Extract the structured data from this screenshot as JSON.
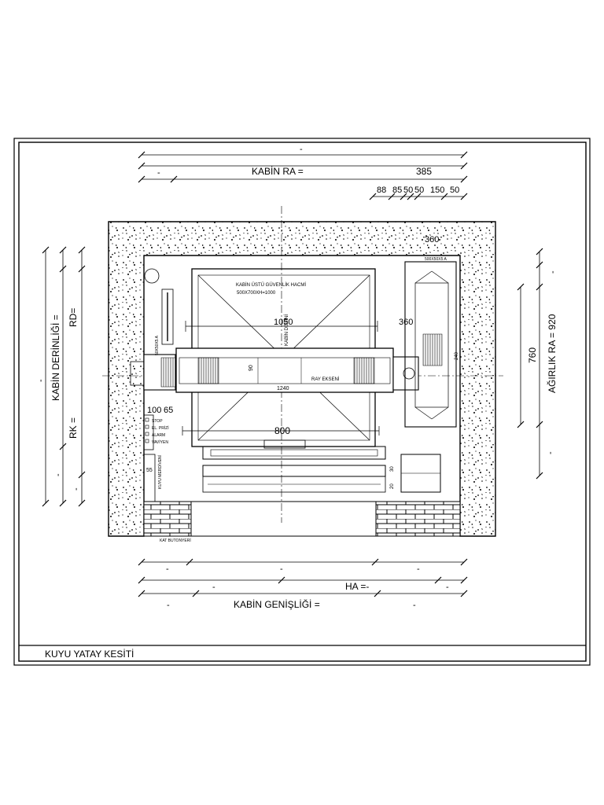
{
  "title_block": {
    "title": "KUYU YATAY KESİTİ"
  },
  "top_dims": {
    "top_dash": "-",
    "kabin_ra_left_dash": "-",
    "kabin_ra_label": "KABİN RA  =",
    "kabin_ra_value": "385",
    "d88": "88",
    "d85": "85",
    "d50a": "50",
    "d50b": "50",
    "d150": "150",
    "d50c": "50"
  },
  "left_dims": {
    "kabin_derinligi": "KABİN DERİNLİĞİ  =",
    "rd": "RD=",
    "rk": "RK  =",
    "dash_outer": "-",
    "dash_a": "-",
    "dash_b": "-"
  },
  "right_dims": {
    "agirlik_ra": "AĞIRLIK RA  = 920",
    "d760": "760",
    "dash_top": "-",
    "dash_bottom": "-"
  },
  "interior": {
    "guvenlik_title": "KABİN ÜSTÜ GÜVENLİK HACMİ",
    "guvenlik_dims": "500X700XH=1000",
    "d1050": "1050",
    "d360": "360",
    "kabin_derini": "KABİN DERİNİ",
    "d90": "90",
    "ray_ekseni": "RAY EKSENİ",
    "d1240": "1240",
    "d800": "800",
    "d100": "100",
    "d65": "65",
    "d360_top": "360",
    "profile_top": "500X50X5 A",
    "profile_left": "50X50X5 A",
    "d240": "240",
    "d55": "55",
    "kuyu_mercemeni": "KUYU MERDİVENİ",
    "stop": "STOP",
    "el_prizi": "EL. PRİZİ",
    "alarm": "ALARM",
    "vaviyen": "VAVİYEN",
    "kat_butonyeri": "KAT BUTONYERİ",
    "d30": "30",
    "d20": "20"
  },
  "bottom_dims": {
    "r1_a": "-",
    "r1_b": "-",
    "r1_c": "-",
    "ha_label": "HA  =-",
    "ha_left": "-",
    "ha_right": "-",
    "kabin_genisligi": "KABİN GENİŞLİĞİ  =",
    "kg_left": "-",
    "kg_right": "-"
  }
}
